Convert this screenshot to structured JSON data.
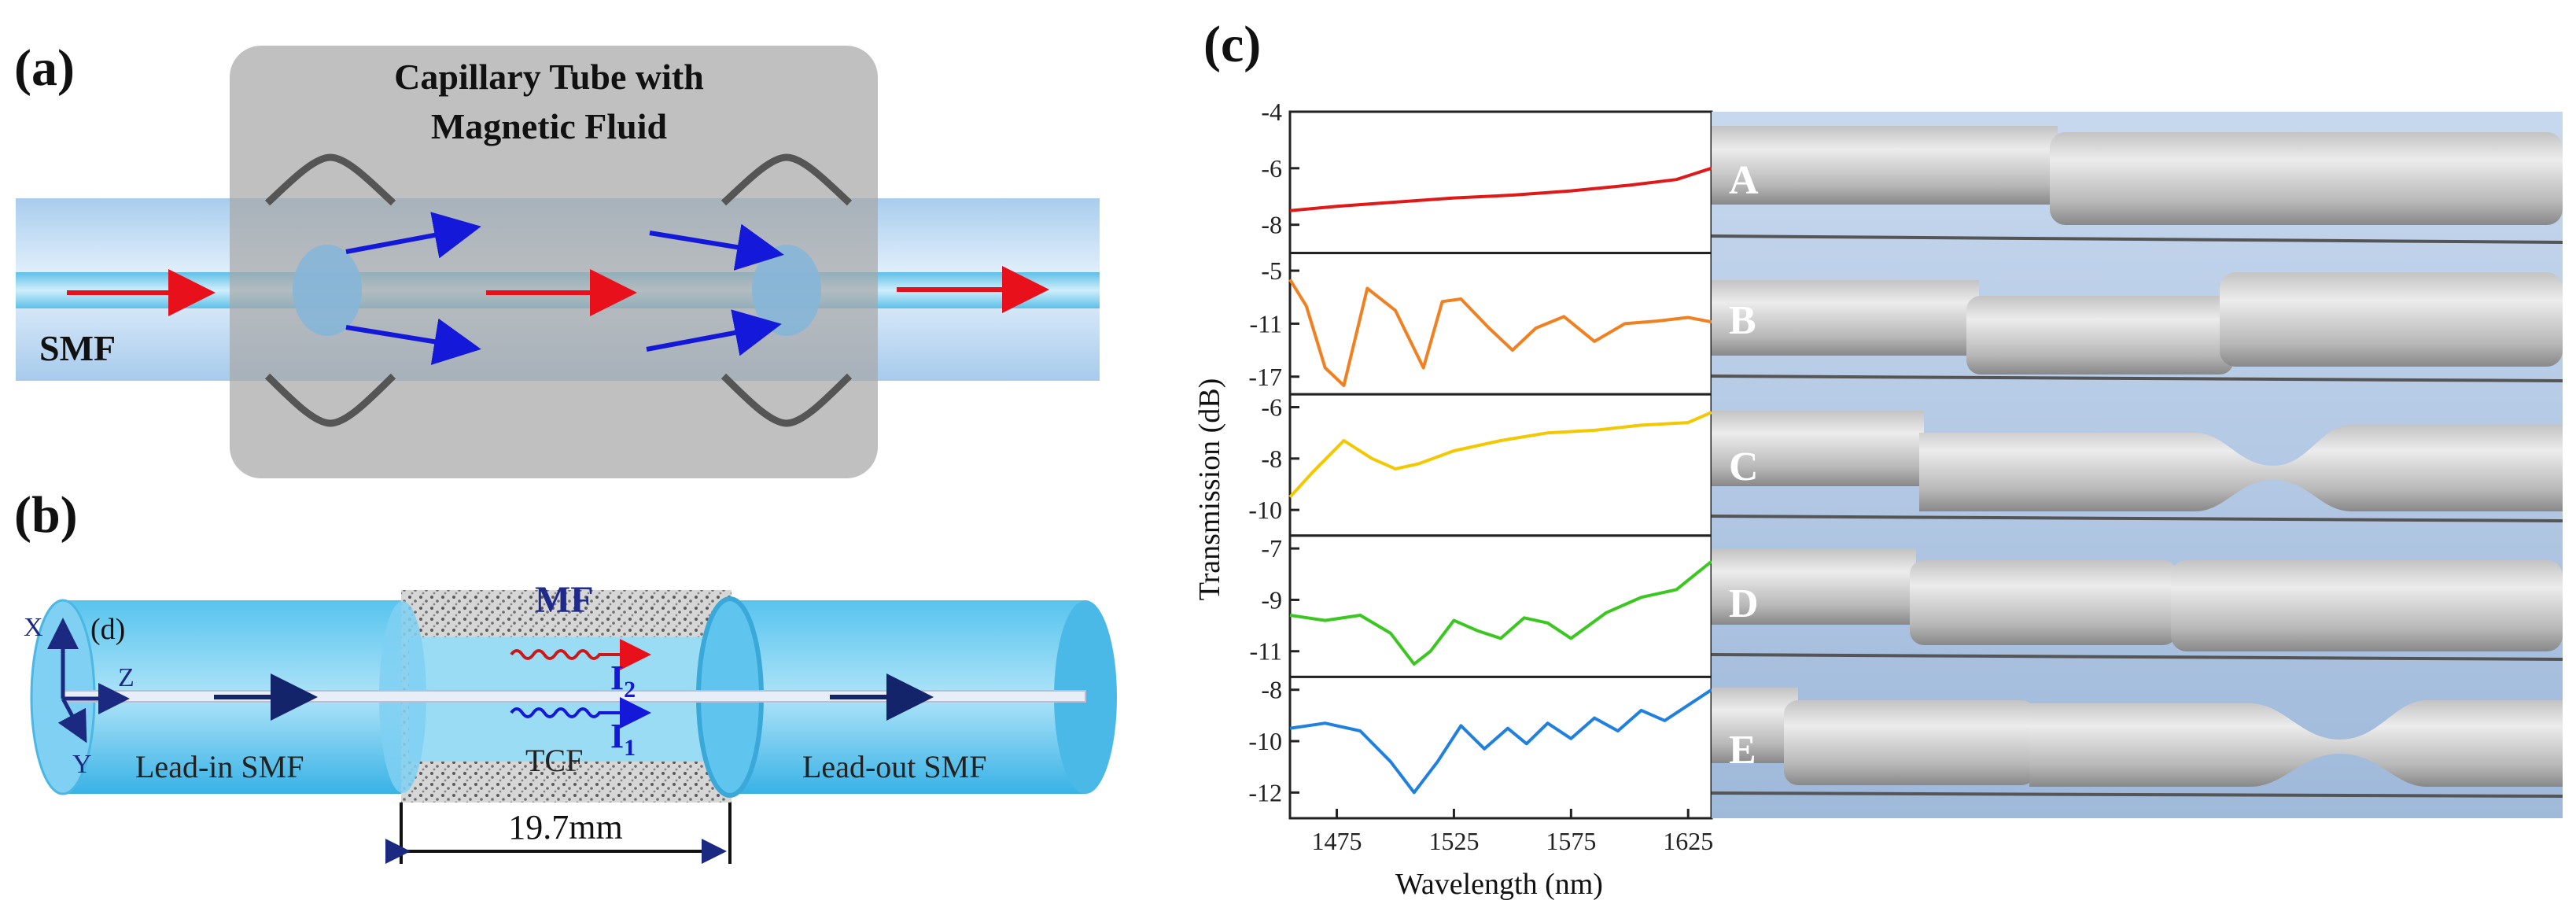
{
  "panel_a": {
    "label": "(a)",
    "title_line1": "Capillary Tube with",
    "title_line2": "Magnetic Fluid",
    "fiber_label": "SMF"
  },
  "panel_b": {
    "label": "(b)",
    "axis_x": "X",
    "axis_y": "Y",
    "axis_z": "Z",
    "sub_label": "(d)",
    "mf_label": "MF",
    "i2": "I",
    "i2_sub": "2",
    "i1": "I",
    "i1_sub": "1",
    "lead_in": "Lead-in SMF",
    "tcf": "TCF",
    "lead_out": "Lead-out SMF",
    "length": "19.7mm"
  },
  "panel_c": {
    "label": "(c)",
    "renders": [
      "A",
      "B",
      "C",
      "D",
      "E"
    ]
  },
  "chart_data": {
    "type": "line",
    "xlabel": "Wavelength (nm)",
    "ylabel": "Transmission (dB)",
    "xlim": [
      1455,
      1635
    ],
    "x_ticks": [
      1475,
      1525,
      1575,
      1625
    ],
    "x_tick_labels": [
      "1475",
      "1525",
      "1575",
      "1625"
    ],
    "panels": [
      {
        "id": "A",
        "color": "#e01818",
        "ylim": [
          -9,
          -4
        ],
        "y_ticks": [
          -4,
          -6,
          -8
        ],
        "y_tick_labels": [
          "-4",
          "-6",
          "-8"
        ],
        "x": [
          1455,
          1475,
          1500,
          1525,
          1550,
          1575,
          1600,
          1620,
          1635
        ],
        "y": [
          -7.5,
          -7.35,
          -7.2,
          -7.05,
          -6.95,
          -6.8,
          -6.6,
          -6.4,
          -6.0
        ]
      },
      {
        "id": "B",
        "color": "#f08020",
        "ylim": [
          -19,
          -3
        ],
        "y_ticks": [
          -5,
          -11,
          -17
        ],
        "y_tick_labels": [
          "-5",
          "-11",
          "-17"
        ],
        "x": [
          1455,
          1462,
          1470,
          1478,
          1488,
          1500,
          1512,
          1520,
          1528,
          1540,
          1550,
          1560,
          1572,
          1585,
          1598,
          1612,
          1625,
          1635
        ],
        "y": [
          -6,
          -9,
          -16,
          -18,
          -7,
          -9.5,
          -16,
          -8.5,
          -8.2,
          -11.5,
          -14,
          -11.5,
          -10.2,
          -13,
          -11,
          -10.7,
          -10.3,
          -10.8
        ]
      },
      {
        "id": "C",
        "color": "#f2c800",
        "ylim": [
          -11,
          -5.5
        ],
        "y_ticks": [
          -6,
          -8,
          -10
        ],
        "y_tick_labels": [
          "-6",
          "-8",
          "-10"
        ],
        "x": [
          1455,
          1465,
          1478,
          1490,
          1500,
          1510,
          1525,
          1545,
          1565,
          1585,
          1605,
          1625,
          1635
        ],
        "y": [
          -9.5,
          -8.5,
          -7.3,
          -8.0,
          -8.4,
          -8.2,
          -7.7,
          -7.3,
          -7.0,
          -6.9,
          -6.7,
          -6.6,
          -6.2
        ]
      },
      {
        "id": "D",
        "color": "#3ac820",
        "ylim": [
          -12,
          -6.5
        ],
        "y_ticks": [
          -7,
          -9,
          -11
        ],
        "y_tick_labels": [
          "-7",
          "-9",
          "-11"
        ],
        "x": [
          1455,
          1470,
          1485,
          1498,
          1508,
          1515,
          1525,
          1535,
          1545,
          1555,
          1565,
          1575,
          1590,
          1605,
          1620,
          1635
        ],
        "y": [
          -9.6,
          -9.8,
          -9.6,
          -10.3,
          -11.5,
          -11.0,
          -9.8,
          -10.2,
          -10.5,
          -9.7,
          -9.9,
          -10.5,
          -9.5,
          -8.9,
          -8.6,
          -7.5
        ]
      },
      {
        "id": "E",
        "color": "#2080e0",
        "ylim": [
          -13,
          -7.5
        ],
        "y_ticks": [
          -8,
          -10,
          -12
        ],
        "y_tick_labels": [
          "-8",
          "-10",
          "-12"
        ],
        "x": [
          1455,
          1470,
          1485,
          1498,
          1508,
          1518,
          1528,
          1538,
          1548,
          1556,
          1565,
          1575,
          1585,
          1595,
          1605,
          1615,
          1625,
          1635
        ],
        "y": [
          -9.5,
          -9.3,
          -9.6,
          -10.8,
          -12.0,
          -10.8,
          -9.4,
          -10.3,
          -9.5,
          -10.1,
          -9.3,
          -9.9,
          -9.1,
          -9.6,
          -8.8,
          -9.2,
          -8.6,
          -8.0
        ]
      }
    ]
  }
}
